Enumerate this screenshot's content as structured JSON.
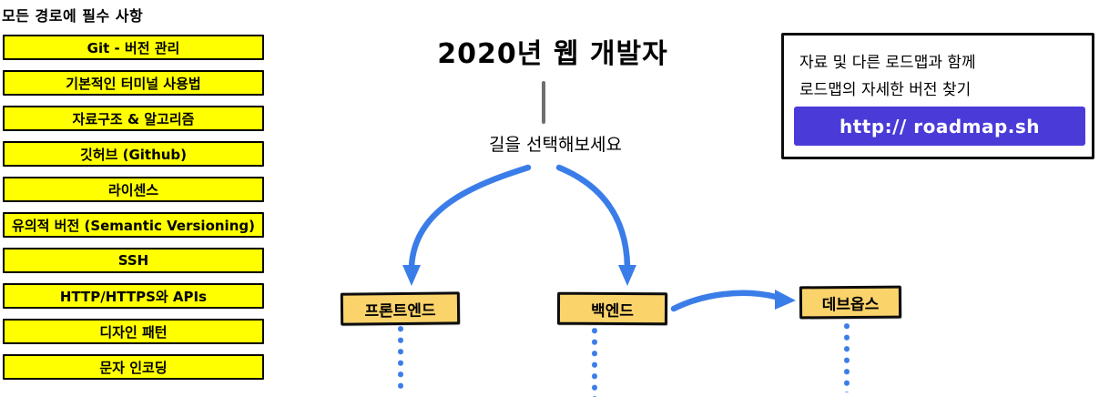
{
  "header": {
    "note": "모든 경로에 필수 사항"
  },
  "checklist": {
    "items": [
      "Git - 버전 관리",
      "기본적인 터미널 사용법",
      "자료구조 & 알고리즘",
      "깃허브 (Github)",
      "라이센스",
      "유의적 버전 (Semantic Versioning)",
      "SSH",
      "HTTP/HTTPS와 APIs",
      "디자인 패턴",
      "문자 인코딩"
    ]
  },
  "main": {
    "title": "2020년 웹 개발자",
    "choose_path_label": "길을 선택해보세요"
  },
  "paths": {
    "frontend": "프론트엔드",
    "backend": "백엔드",
    "devops": "데브옵스"
  },
  "info_box": {
    "line1": "자료 및 다른 로드맵과 함께",
    "line2": "로드맵의 자세한 버전 찾기",
    "url_button": "http:// roadmap.sh"
  },
  "colors": {
    "checklist_fill": "#ffff00",
    "path_node_fill": "#fbd36b",
    "arrow_blue": "#3b7de8",
    "button_purple": "#4a3bd8",
    "connector_gray": "#6f6f6f"
  }
}
